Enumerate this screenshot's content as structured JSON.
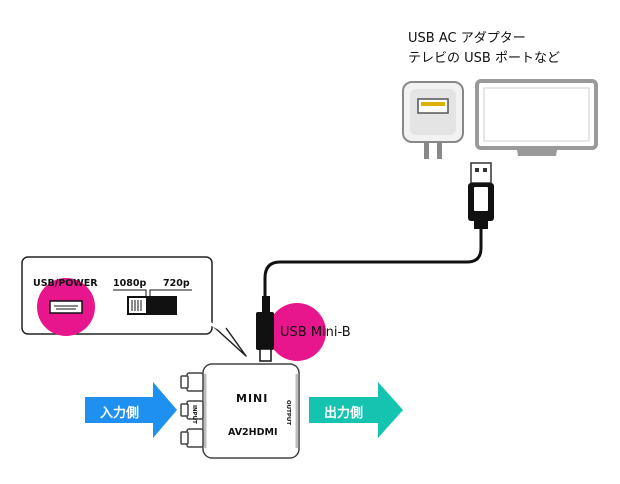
{
  "labels": {
    "power_source_line1": "USB AC アダプター",
    "power_source_line2": "テレビの USB ポートなど",
    "usb_mini_b": "USB Mini-B",
    "usb_power": "USB/POWER",
    "res_1080p": "1080p",
    "res_720p": "720p",
    "input_side": "入力側",
    "output_side": "出力側",
    "device_brand": "MINI",
    "device_model": "AV2HDMI",
    "input_port": "INPUT",
    "output_port": "OUTPUT"
  },
  "colors": {
    "input_arrow": "#1e90f0",
    "output_arrow": "#14c4b0",
    "highlight": "#e8168c",
    "cable": "#111111"
  },
  "icons": {
    "adapter": "usb-ac-adapter-icon",
    "tv": "tv-monitor-icon",
    "usb_a_plug": "usb-a-plug-icon",
    "mini_b_plug": "usb-mini-b-plug-icon",
    "rca_jacks": "rca-jack-icon"
  }
}
